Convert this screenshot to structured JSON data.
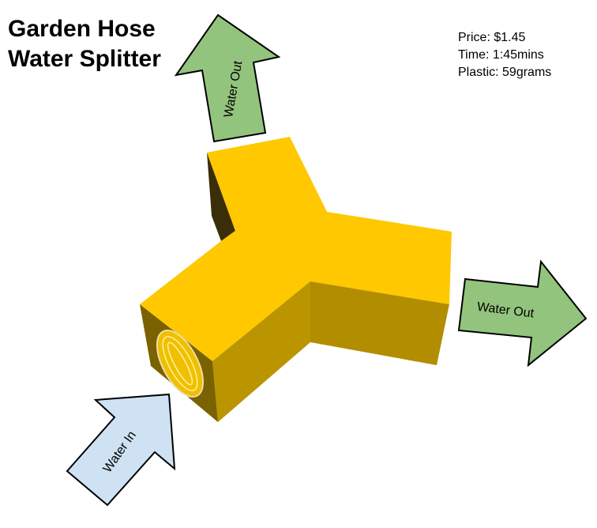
{
  "title": {
    "line1": "Garden Hose",
    "line2": "Water Splitter"
  },
  "info": {
    "price": "Price: $1.45",
    "time": "Time: 1:45mins",
    "plastic": "Plastic: 59grams"
  },
  "arrows": {
    "out_top": "Water Out",
    "out_right": "Water Out",
    "in": "Water In"
  },
  "colors": {
    "out_arrow": "#93c47d",
    "in_arrow": "#cfe2f3",
    "body_top": "#ffc800",
    "body_side": "#b89500",
    "body_front": "#7a6200",
    "body_shadow": "#3a2e08"
  }
}
